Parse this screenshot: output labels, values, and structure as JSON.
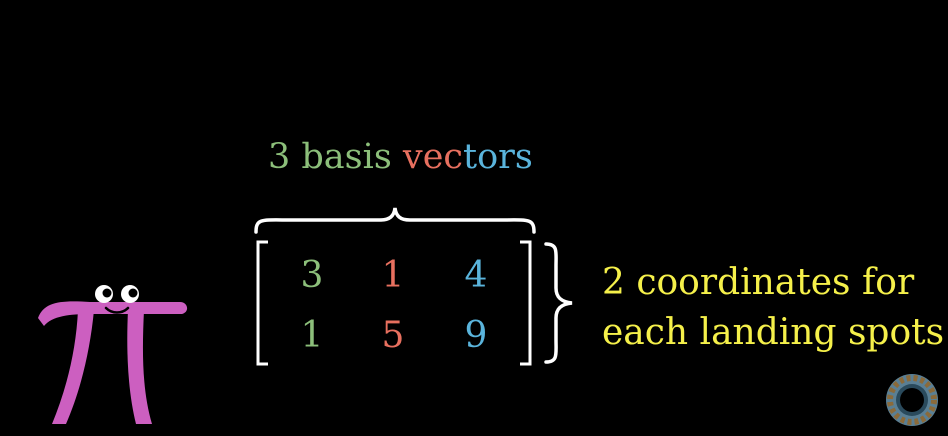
{
  "top_label": {
    "words": [
      {
        "text": "3 basis ",
        "color": "#8cbf7a"
      },
      {
        "text": "vec",
        "color": "#e8705f"
      },
      {
        "text": "tors",
        "color": "#5ab4dc"
      }
    ]
  },
  "matrix": {
    "rows": [
      [
        "3",
        "1",
        "4"
      ],
      [
        "1",
        "5",
        "9"
      ]
    ],
    "column_colors": [
      "#8cbf7a",
      "#e8705f",
      "#5ab4dc"
    ]
  },
  "right_label": {
    "line1": "2 coordinates for",
    "line2": "each landing spots",
    "color": "#f5f04a"
  },
  "decorations": {
    "pi_creature": "pi-creature-icon",
    "logo": "3b1b-logo-icon"
  }
}
